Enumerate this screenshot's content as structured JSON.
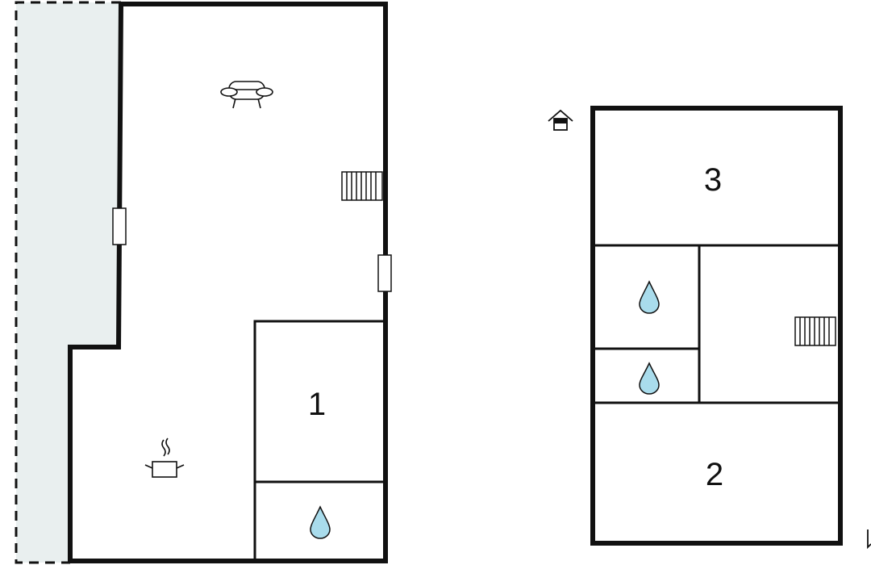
{
  "colors": {
    "wall": "#111111",
    "terrace_fill": "#e9efef",
    "water_fill": "#a9dcec",
    "background": "#ffffff"
  },
  "ground_floor": {
    "rooms": [
      {
        "key": "bedroom_1",
        "label": "1"
      }
    ],
    "icons": [
      "sofa-icon",
      "stairs-icon",
      "kitchen-pot-icon",
      "bathroom-water-drop-icon"
    ]
  },
  "upper_floor": {
    "rooms": [
      {
        "key": "bedroom_3",
        "label": "3"
      },
      {
        "key": "bedroom_2",
        "label": "2"
      }
    ],
    "icons": [
      "house-icon",
      "stairs-icon",
      "bathroom-water-drop-icon",
      "bathroom-water-drop-icon"
    ]
  }
}
